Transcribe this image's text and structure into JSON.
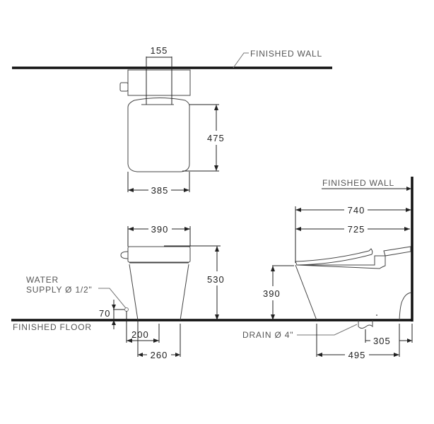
{
  "labels": {
    "finished_wall_top": "FINISHED  WALL",
    "finished_wall_side": "FINISHED  WALL",
    "finished_floor": "FINISHED  FLOOR",
    "water_supply_line1": "WATER",
    "water_supply_line2": "SUPPLY Ø 1/2\"",
    "drain": "DRAIN Ø 4\""
  },
  "dimensions": {
    "top_view": {
      "inlet_width": "155",
      "seat_depth": "475",
      "seat_width": "385"
    },
    "front_view": {
      "seat_width": "390",
      "total_height": "530",
      "supply_height": "70",
      "supply_offset": "200",
      "base_width": "260"
    },
    "side_view": {
      "total_length": "740",
      "bowl_length": "725",
      "seat_height": "390",
      "drain_to_wall": "305",
      "base_length": "495"
    }
  },
  "colors": {
    "line": "#222222",
    "wall": "#111111",
    "label": "#555555",
    "background": "#ffffff"
  }
}
